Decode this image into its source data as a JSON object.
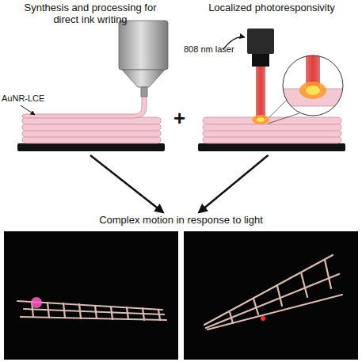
{
  "diagram": {
    "nodes": [
      {
        "text": [
          "Synthesis and processing for direct ink writing"
        ]
      },
      {
        "text": [
          "Localized photoresponsivity"
        ]
      },
      {
        "text": [
          "Complex motion in response to light"
        ]
      }
    ],
    "edges": [
      {
        "from": 0,
        "to": 2,
        "arrow": "to"
      },
      {
        "from": 1,
        "to": 2,
        "arrow": "to"
      }
    ],
    "labels": [
      "AuNR-LCE",
      "808 nm laser",
      "+"
    ]
  }
}
